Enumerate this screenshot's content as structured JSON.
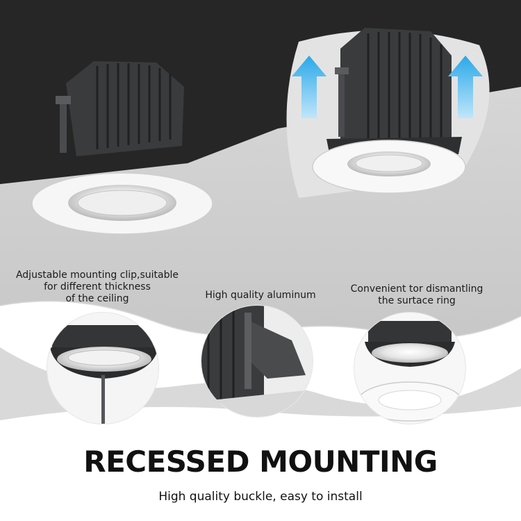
{
  "features": [
    {
      "lines": [
        "Adjustable mounting clip,suitable",
        "for different thickness",
        "of the ceiling"
      ]
    },
    {
      "lines": [
        "High quality aluminum"
      ]
    },
    {
      "lines": [
        "Convenient tor dismantling",
        "the surtace ring"
      ]
    }
  ],
  "banner": {
    "title": "RECESSED MOUNTING",
    "subtitle": "High quality buckle, easy to install"
  },
  "colors": {
    "ceiling_dark": "#262626",
    "ceiling_gray": "#c9c9c9",
    "housing": "#3a3b3d",
    "trim": "#ffffff",
    "arrow": "#3fb8ee"
  },
  "icons": [
    "up-arrow-icon",
    "up-arrow-icon"
  ]
}
